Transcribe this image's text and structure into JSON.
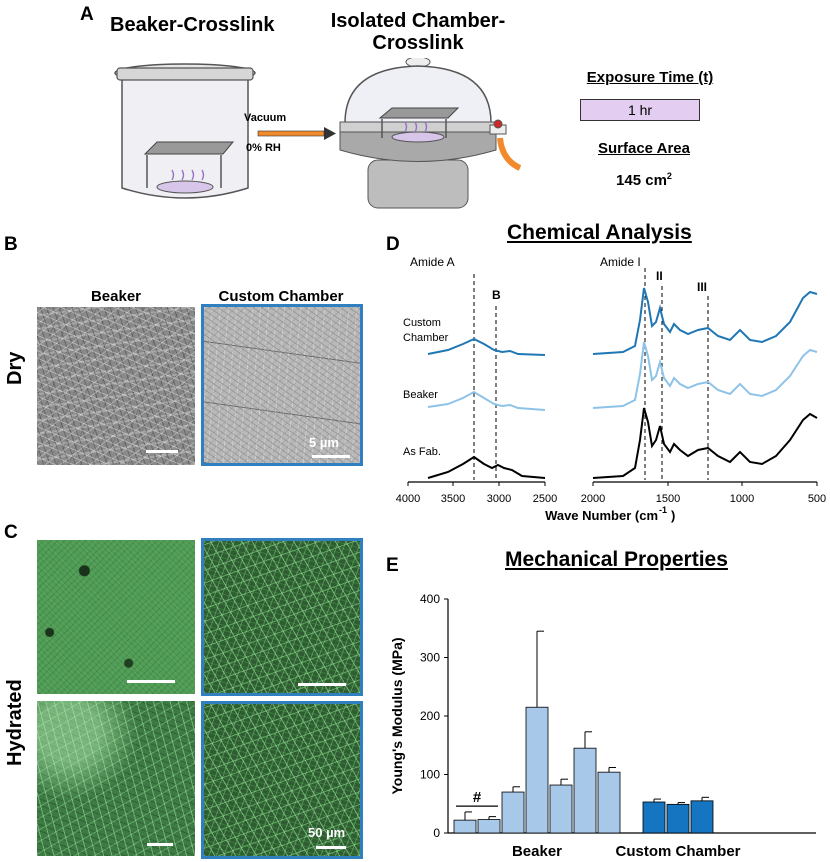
{
  "panel_a": {
    "letter": "A",
    "beaker_title": "Beaker-Crosslink",
    "chamber_title_line1": "Isolated Chamber-",
    "chamber_title_line2": "Crosslink",
    "arrow_top_label": "Vacuum",
    "arrow_bottom_label": "0% RH",
    "exposure_heading": "Exposure Time (t)",
    "exposure_value": "1 hr",
    "surface_heading": "Surface Area",
    "surface_value": "145 cm",
    "surface_exponent": "2",
    "exposure_fill_color": "#e3cdf0"
  },
  "panel_b": {
    "letter": "B",
    "col_beaker": "Beaker",
    "col_chamber": "Custom Chamber",
    "row_label": "Dry",
    "scale_label": "5 µm",
    "frame_color": "#2f7fc1"
  },
  "panel_c": {
    "letter": "C",
    "row_label": "Hydrated",
    "scale_label": "50 µm"
  },
  "panel_d": {
    "letter": "D",
    "title": "Chemical Analysis",
    "xlabel": "Wave Number (cm",
    "xlabel_exp": "-1",
    "xlabel_close": ")",
    "peak_amide_a": "Amide A",
    "peak_b": "B",
    "peak_amide_i": "Amide I",
    "peak_ii": "II",
    "peak_iii": "III",
    "trace_custom_line1": "Custom",
    "trace_custom_line2": "Chamber",
    "trace_beaker": "Beaker",
    "trace_asfab": "As Fab.",
    "ticks_left": [
      "4000",
      "3500",
      "3000",
      "2500"
    ],
    "ticks_right": [
      "2000",
      "1500",
      "1000",
      "500"
    ],
    "colors": {
      "custom": "#1f77b4",
      "beaker": "#8ec3e8",
      "asfab": "#000000"
    }
  },
  "panel_e": {
    "letter": "E",
    "title": "Mechanical Properties",
    "hash_label": "#"
  },
  "chart_data": {
    "type": "bar",
    "title": "Mechanical Properties",
    "xlabel": "",
    "ylabel": "Young's Modulus (MPa)",
    "ylim": [
      0,
      400
    ],
    "yticks": [
      0,
      100,
      200,
      300,
      400
    ],
    "groups": [
      "Beaker",
      "Custom Chamber"
    ],
    "series": [
      {
        "name": "Beaker",
        "color": "#a8c8ea",
        "values": [
          22,
          23,
          70,
          215,
          82,
          145,
          104
        ],
        "errors": [
          14,
          5,
          9,
          130,
          10,
          28,
          8
        ]
      },
      {
        "name": "Custom Chamber",
        "color": "#1575c0",
        "values": [
          53,
          49,
          55
        ],
        "errors": [
          5,
          3,
          6
        ]
      }
    ],
    "annotation": "#",
    "grid": false
  }
}
